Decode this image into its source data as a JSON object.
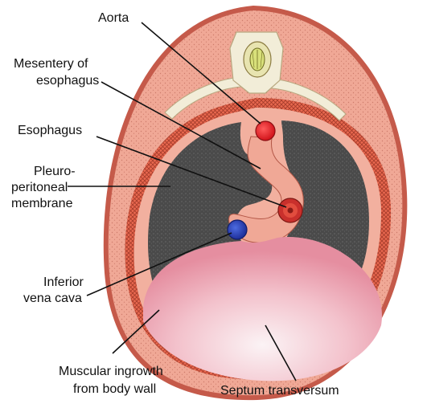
{
  "labels": {
    "aorta": "Aorta",
    "mesentery_line1": "Mesentery of",
    "mesentery_line2": "esophagus",
    "esophagus": "Esophagus",
    "pleuro_line1": "Pleuro-",
    "pleuro_line2": "peritoneal",
    "pleuro_line3": "membrane",
    "ivc_line1": "Inferior",
    "ivc_line2": "vena cava",
    "muscular_line1": "Muscular ingrowth",
    "muscular_line2": "from body wall",
    "septum": "Septum transversum"
  },
  "colors": {
    "body_wall": "#f0a896",
    "body_wall_outer": "#c55a4a",
    "pleural_cavity": "#4b4b4b",
    "septum": "#f4b8c0",
    "aorta": "#e41e26",
    "esophagus": "#c9302c",
    "ivc": "#2b44b8",
    "vertebra": "#f2edd8",
    "spinal_cord": "#d8e07a"
  }
}
